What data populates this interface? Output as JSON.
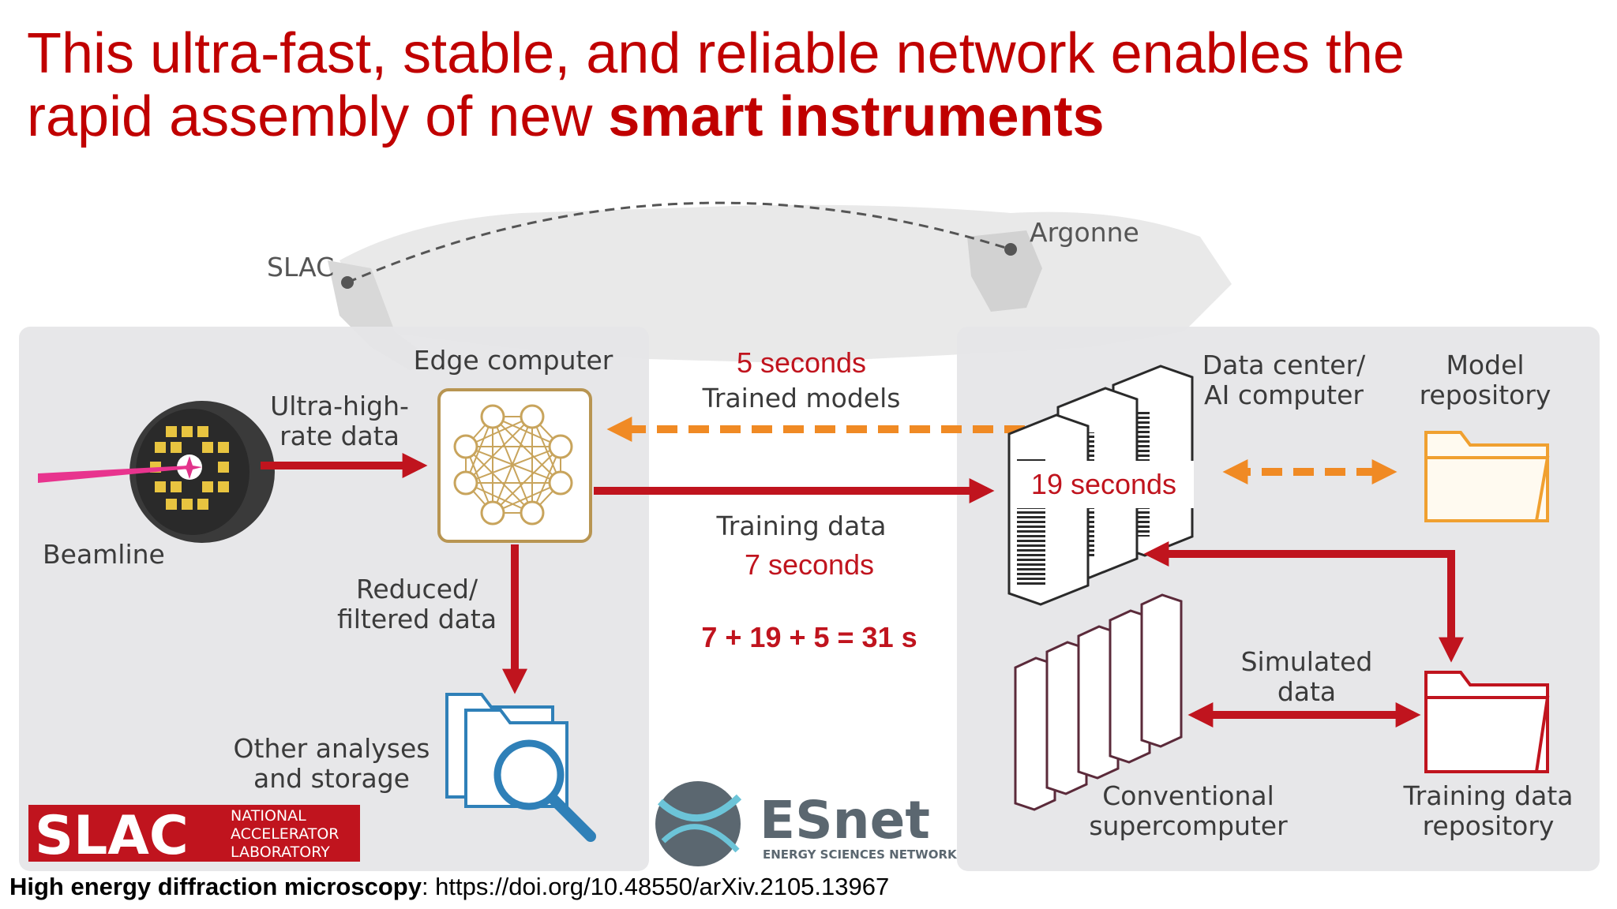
{
  "title": {
    "line1": "This ultra-fast, stable, and reliable network enables the",
    "line2_plain": "rapid assembly of new ",
    "line2_bold": "smart instruments"
  },
  "map": {
    "site_left": "SLAC",
    "site_right": "Argonne"
  },
  "labels": {
    "beamline": "Beamline",
    "ultra_high_rate_1": "Ultra-high-",
    "ultra_high_rate_2": "rate data",
    "edge_computer": "Edge computer",
    "reduced_1": "Reduced/",
    "reduced_2": "filtered data",
    "other_1": "Other analyses",
    "other_2": "and storage",
    "trained_models": "Trained models",
    "training_data": "Training data",
    "datacenter_1": "Data center/",
    "datacenter_2": "AI computer",
    "model_repo_1": "Model",
    "model_repo_2": "repository",
    "simulated_1": "Simulated",
    "simulated_2": "data",
    "conventional_1": "Conventional",
    "conventional_2": "supercomputer",
    "training_repo_1": "Training data",
    "training_repo_2": "repository"
  },
  "timings": {
    "models_time": "5 seconds",
    "datacenter_time": "19 seconds",
    "training_time": "7 seconds",
    "total": "7 + 19 + 5 = 31 s"
  },
  "logos": {
    "slac_word": "SLAC",
    "slac_line1": "NATIONAL",
    "slac_line2": "ACCELERATOR",
    "slac_line3": "LABORATORY",
    "esnet_word": "ESnet",
    "esnet_sub": "ENERGY SCIENCES NETWORK"
  },
  "footer": {
    "bold": "High energy diffraction microscopy",
    "rest": ": https://doi.org/10.48550/arXiv.2105.13967"
  },
  "colors": {
    "title_red": "#c00000",
    "arrow_red": "#c0141e",
    "arrow_orange": "#f08a24",
    "panel_gray": "#e6e6e8",
    "label_gray": "#3b3b3b"
  }
}
